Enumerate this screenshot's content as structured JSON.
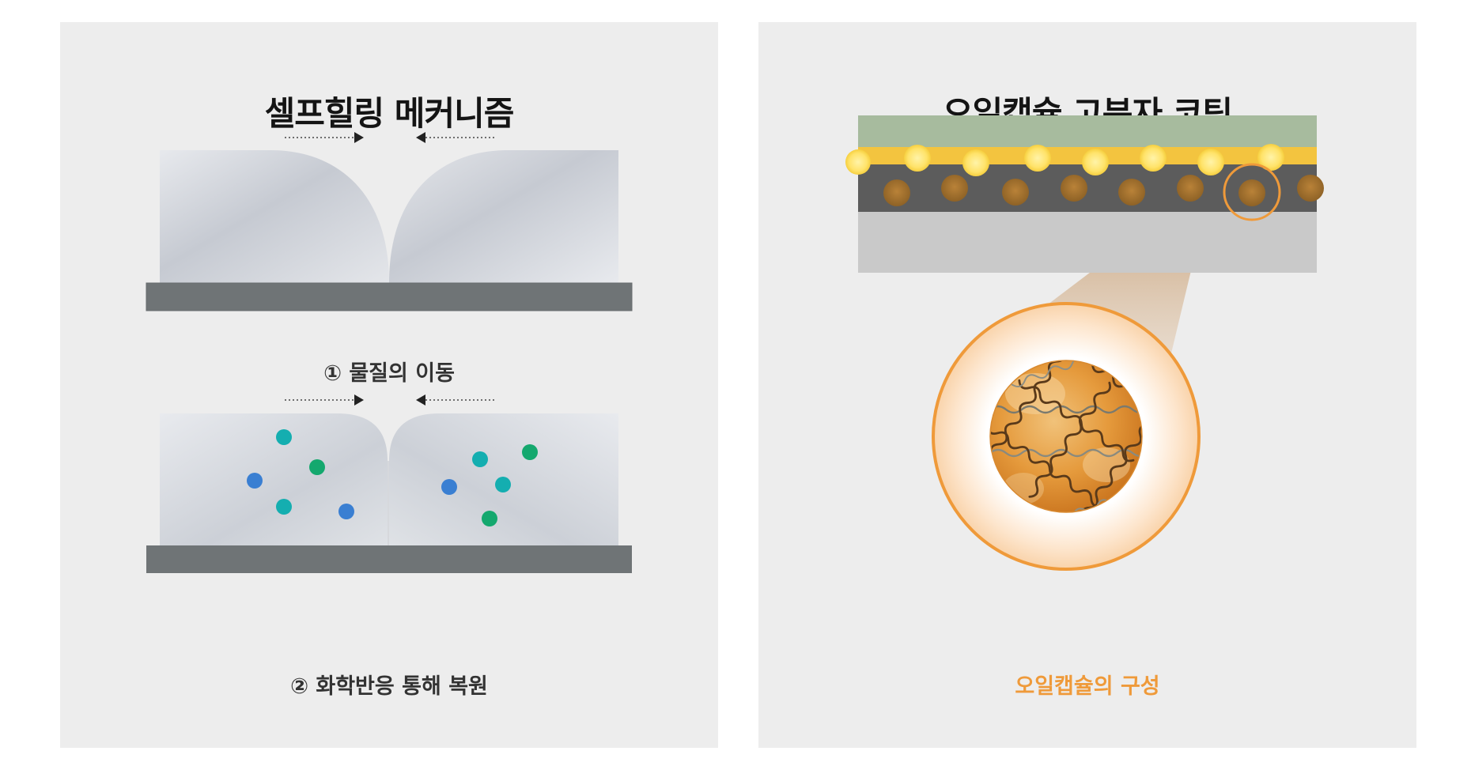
{
  "left_panel": {
    "title": "셀프힐링 메커니즘",
    "step1_caption": "① 물질의 이동",
    "step2_caption": "② 화학반응 통해 복원"
  },
  "right_panel": {
    "title": "오일캡슐 고분자 코팅",
    "capsule_caption": "오일캡슐의 구성"
  },
  "colors": {
    "panel_bg": "#ededed",
    "substrate": "#6f7476",
    "coating_top": "#a7bb9e",
    "yellow_layer": "#f3c43f",
    "dark_layer": "#5c5c5c",
    "base_layer": "#c9c9c9",
    "accent_orange": "#ef9a3a",
    "particle_teal": "#14aeb0",
    "particle_green": "#14a86e",
    "particle_blue": "#3a7fd2"
  }
}
